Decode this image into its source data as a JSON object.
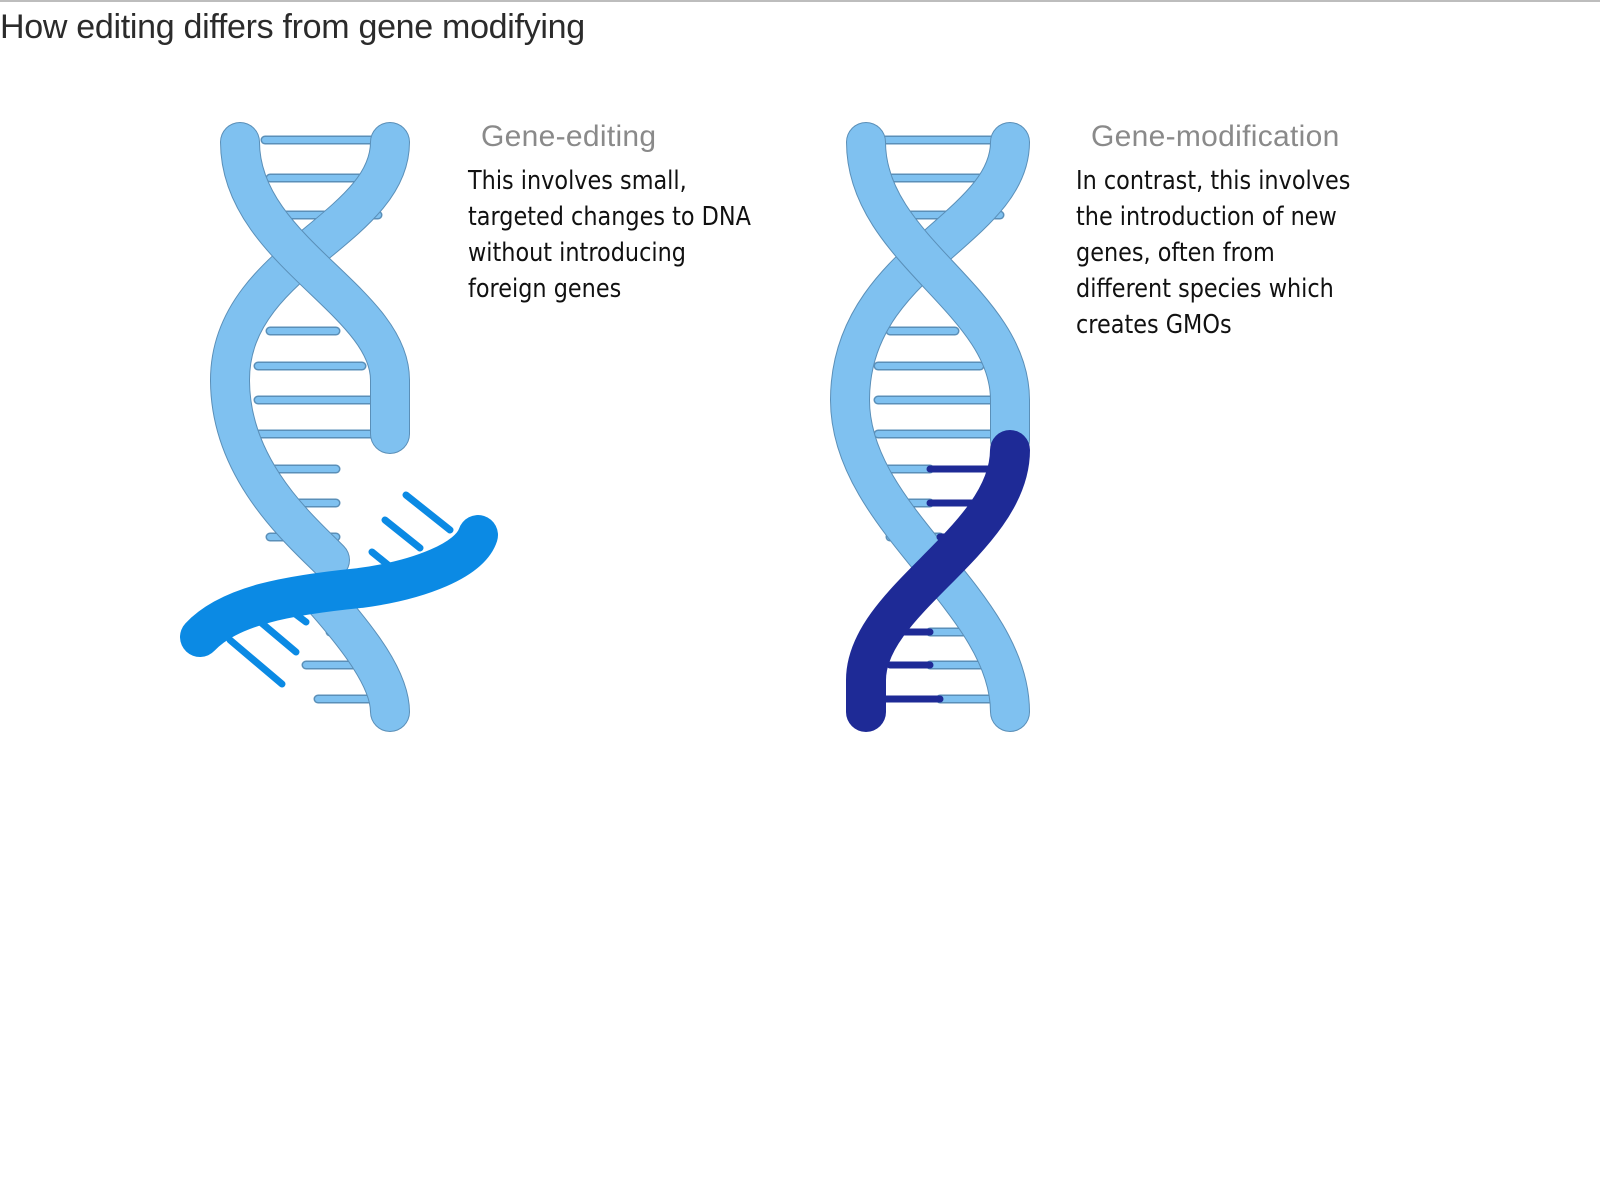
{
  "title": "How editing differs from gene modifying",
  "panels": [
    {
      "heading": "Gene-editing",
      "body": "This involves small,\ntargeted changes to DNA\nwithout introducing\nforeign genes"
    },
    {
      "heading": "Gene-modification",
      "body": "In contrast, this involves\nthe introduction of new\ngenes, often from\ndifferent species which\ncreates GMOs"
    }
  ],
  "colors": {
    "dna_strand": "#7fc1f0",
    "dna_outline": "#5a8fb8",
    "editing_strand": "#0b8ae4",
    "inserted_gene": "#1e2a96"
  }
}
